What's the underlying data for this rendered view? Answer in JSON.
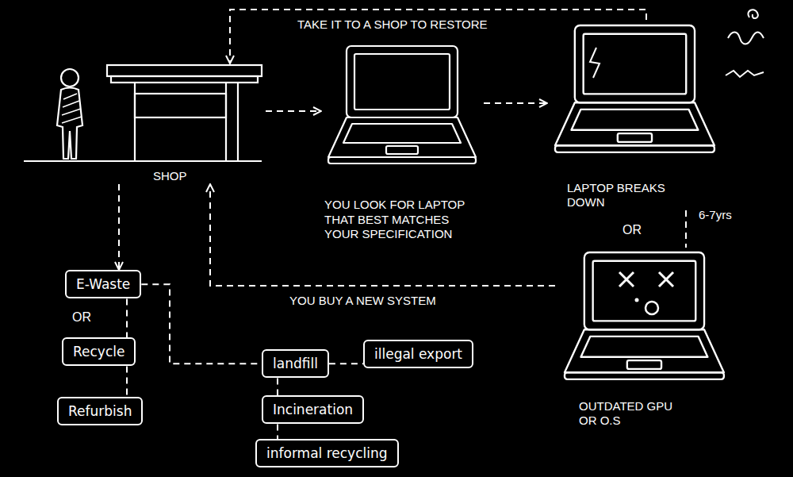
{
  "diagram": {
    "nodes": [
      {
        "text": [
          "SHOP"
        ]
      },
      {
        "text": [
          "YOU LOOK FOR LAPTOP THAT BEST MATCHES YOUR SPECIFICATION"
        ]
      },
      {
        "text": [
          "LAPTOP BREAKS DOWN"
        ]
      },
      {
        "text": [
          "OUTDATED GPU OR O.S"
        ]
      },
      {
        "text": [
          "E-Waste"
        ]
      },
      {
        "text": [
          "Recycle"
        ]
      },
      {
        "text": [
          "Refurbish"
        ]
      },
      {
        "text": [
          "landfill"
        ]
      },
      {
        "text": [
          "illegal export"
        ]
      },
      {
        "text": [
          "Incineration"
        ]
      },
      {
        "text": [
          "informal recycling"
        ]
      }
    ],
    "edges": [
      {
        "from": 0,
        "to": 1,
        "arrow": "to"
      },
      {
        "from": 1,
        "to": 2,
        "arrow": "to"
      },
      {
        "from": 2,
        "to": 0,
        "label": "TAKE IT TO A SHOP TO RESTORE",
        "arrow": "to"
      },
      {
        "from": 3,
        "to": 0,
        "label": "YOU BUY A NEW SYSTEM",
        "arrow": "to"
      },
      {
        "from": 2,
        "to": 3,
        "label": "6-7yrs",
        "arrow": "none"
      },
      {
        "from": 0,
        "to": 4,
        "arrow": "to"
      },
      {
        "from": 4,
        "to": 5,
        "arrow": "none"
      },
      {
        "from": 5,
        "to": 6,
        "arrow": "none"
      },
      {
        "from": 4,
        "to": 7,
        "arrow": "none"
      },
      {
        "from": 7,
        "to": 8,
        "arrow": "none"
      },
      {
        "from": 7,
        "to": 9,
        "arrow": "none"
      },
      {
        "from": 9,
        "to": 10,
        "arrow": "none"
      }
    ],
    "labels": [
      "OR",
      "OR"
    ]
  }
}
